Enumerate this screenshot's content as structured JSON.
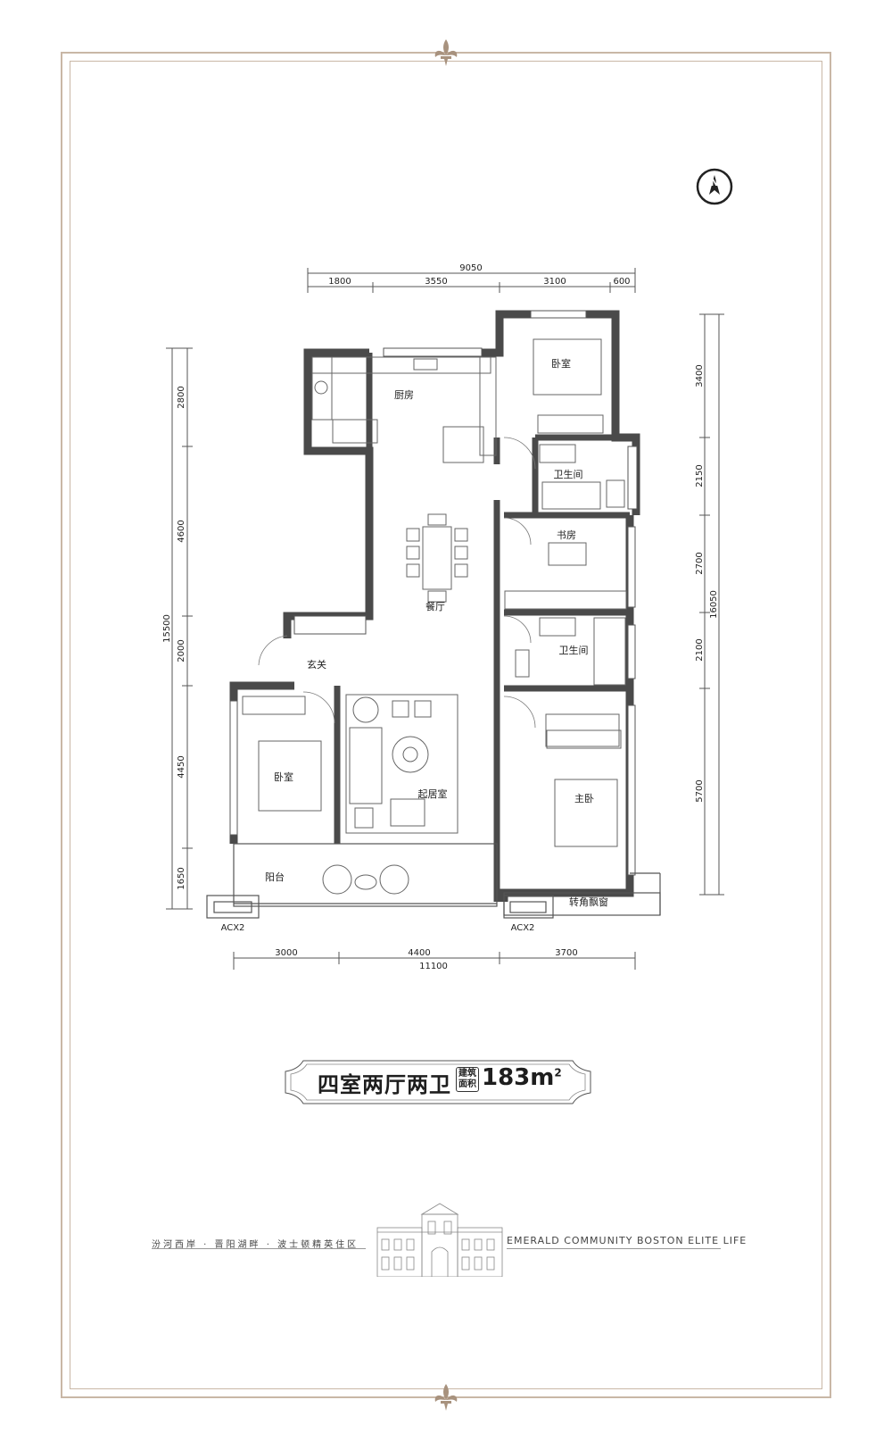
{
  "plan": {
    "rooms": {
      "kitchen": "厨房",
      "dining": "餐厅",
      "entry": "玄关",
      "bedroom_nw": "卧室",
      "bedroom_w": "卧室",
      "bath_north": "卫生间",
      "study": "书房",
      "bath_south": "卫生间",
      "living": "起居室",
      "master": "主卧",
      "balcony": "阳台",
      "bay_window": "转角飘窗"
    },
    "ac_labels": [
      "ACX2",
      "ACX2"
    ],
    "dims_top": {
      "total": "9050",
      "segments": [
        "1800",
        "3550",
        "3100",
        "600"
      ]
    },
    "dims_bottom": {
      "total": "11100",
      "segments": [
        "3000",
        "4400",
        "3700"
      ]
    },
    "dims_left": {
      "total": "15500",
      "segments": [
        "2800",
        "4600",
        "2000",
        "4450",
        "1650"
      ]
    },
    "dims_right": {
      "total": "16050",
      "segments": [
        "3400",
        "2150",
        "2700",
        "2100",
        "5700"
      ]
    }
  },
  "title": {
    "type": "四室两厅两卫",
    "area_label_line1": "建筑",
    "area_label_line2": "面积",
    "area_value": "183m",
    "area_unit_sup": "2"
  },
  "footer": {
    "left": "汾河西岸 · 晋阳湖畔 · 波士顿精英住区",
    "right": "EMERALD COMMUNITY BOSTON ELITE LIFE"
  },
  "compass": {
    "letter": "N"
  },
  "colors": {
    "frame": "#c9b7a6",
    "wall": "#4a4a4a",
    "line": "#555555"
  }
}
